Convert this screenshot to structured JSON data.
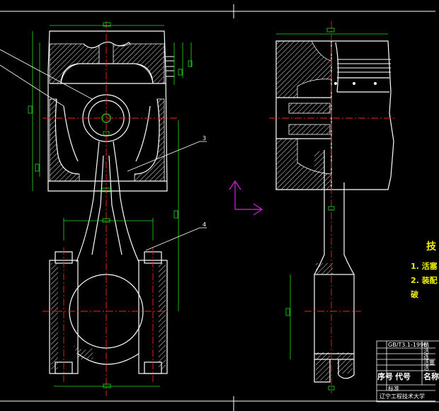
{
  "colors": {
    "background": "#000000",
    "outline": "#ffffff",
    "centerline": "#ff2020",
    "dimension": "#20e020",
    "hatch": "#ffffff",
    "note_text": "#f0f000",
    "axis_icon": "#e020e0"
  },
  "callouts": {
    "c3": "3",
    "c4": "4"
  },
  "notes": {
    "heading_fragment": "技",
    "item1": "1. 活塞",
    "item2": "2. 装配",
    "item2_cont": "破"
  },
  "title_block": {
    "row1_code": "GB/T3.1-1996",
    "row1_name": "挡",
    "row2_name": "活",
    "row3_name": "连",
    "row4_name": "活塞",
    "row5_name": "活",
    "header_seq": "序号",
    "header_code": "代号",
    "header_name": "名称",
    "stamp": "标准",
    "school": "辽宁工程技术大学"
  }
}
